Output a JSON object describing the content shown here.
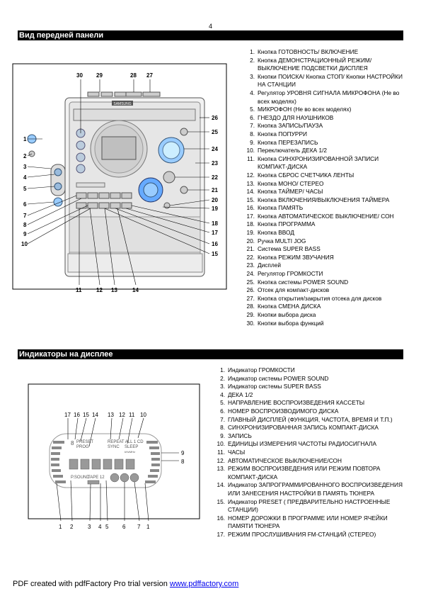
{
  "page_number": "4",
  "front_panel": {
    "title": "Вид передней панели",
    "brand": "SAMSUNG",
    "callouts": [
      "30",
      "29",
      "28",
      "27",
      "26",
      "25",
      "24",
      "23",
      "22",
      "21",
      "20",
      "19",
      "18",
      "17",
      "16",
      "15",
      "14",
      "13",
      "12",
      "11",
      "10",
      "9",
      "8",
      "7",
      "6",
      "5",
      "4",
      "3",
      "2",
      "1"
    ],
    "items": [
      {
        "n": "1.",
        "t": "Кнопка ГОТОВНОСТЬ/ ВКЛЮЧЕНИЕ"
      },
      {
        "n": "2.",
        "t": "Кнопка ДЕМОНСТРАЦИОННЫЙ РЕЖИМ/ ВЫКЛЮЧЕНИЕ ПОДСВЕТКИ ДИСПЛЕЯ"
      },
      {
        "n": "3.",
        "t": "Кнопки ПОИСКА/ Кнопка СТОП/ Кнопки НАСТРОЙКИ НА СТАНЦИИ"
      },
      {
        "n": "4.",
        "t": "Регулятор УРОВНЯ СИГНАЛА МИКРОФОНА (Не во всех моделях)"
      },
      {
        "n": "5.",
        "t": "МИКРОФОН (Не во всех моделях)"
      },
      {
        "n": "6.",
        "t": "ГНЕЗДО ДЛЯ НАУШНИКОВ"
      },
      {
        "n": "7.",
        "t": "Кнопка ЗАПИСЬ/ПАУЗА"
      },
      {
        "n": "8.",
        "t": "Кнопка ПОПУРРИ"
      },
      {
        "n": "9.",
        "t": "Кнопка ПЕРЕЗАПИСЬ"
      },
      {
        "n": "10.",
        "t": "Переключатель ДЕКА 1/2"
      },
      {
        "n": "11.",
        "t": "Кнопка СИНХРОНИЗИРОВАННОЙ ЗАПИСИ КОМПАКТ-ДИСКА"
      },
      {
        "n": "12.",
        "t": "Кнопка СБРОС СЧЕТЧИКА ЛЕНТЫ"
      },
      {
        "n": "13.",
        "t": "Кнопка МОНО/ СТЕРЕО"
      },
      {
        "n": "14.",
        "t": "Кнопка ТАЙМЕР/ ЧАСЫ"
      },
      {
        "n": "15.",
        "t": "Кнопка ВКЛЮЧЕНИЯ/ВЫКЛЮЧЕНИЯ ТАЙМЕРА"
      },
      {
        "n": "16.",
        "t": "Кнопка ПАМЯТЬ"
      },
      {
        "n": "17.",
        "t": "Кнопка АВТОМАТИЧЕСКОЕ ВЫКЛЮЧЕНИЕ/ СОН"
      },
      {
        "n": "18.",
        "t": "Кнопка ПРОГРАММА"
      },
      {
        "n": "19.",
        "t": "Кнопка ВВОД"
      },
      {
        "n": "20.",
        "t": "Ручка MULTI JOG"
      },
      {
        "n": "21.",
        "t": "Система SUPER BASS"
      },
      {
        "n": "22.",
        "t": "Кнопка РЕЖИМ ЗВУЧАНИЯ"
      },
      {
        "n": "23.",
        "t": "Дисплей"
      },
      {
        "n": "24.",
        "t": "Регулятор ГРОМКОСТИ"
      },
      {
        "n": "25.",
        "t": "Кнопка системы POWER SOUND"
      },
      {
        "n": "26.",
        "t": "Отсек для компакт-дисков"
      },
      {
        "n": "27.",
        "t": "Кнопка открытия/закрытия отсека для дисков"
      },
      {
        "n": "28.",
        "t": "Кнопка СМЕНА ДИСКА"
      },
      {
        "n": "29.",
        "t": "Кнопки выбора диска"
      },
      {
        "n": "30.",
        "t": "Кнопки выбора функций"
      }
    ]
  },
  "display_section": {
    "title": "Индикаторы на дисплее",
    "lcd_labels": {
      "preset": "PRESET",
      "program": "PROG",
      "repeat": "REPEAT ALL 1 CD",
      "sync": "SYNC",
      "sleep": "SLEEP",
      "khz": "kHzMHz",
      "psound": "P.SOUND",
      "tape": "TAPE 12"
    },
    "items": [
      {
        "n": "1.",
        "t": "Индикатор ГРОМКОСТИ"
      },
      {
        "n": "2.",
        "t": "Индикатор системы POWER SOUND"
      },
      {
        "n": "3.",
        "t": "Индикатор системы SUPER BASS"
      },
      {
        "n": "4.",
        "t": "ДЕКА 1/2"
      },
      {
        "n": "5.",
        "t": "НАПРАВЛЕНИЕ ВОСПРОИЗВЕДЕНИЯ КАССЕТЫ"
      },
      {
        "n": "6.",
        "t": "НОМЕР ВОСПРОИЗВОДИМОГО ДИСКА"
      },
      {
        "n": "7.",
        "t": "ГЛАВНЫЙ ДИСПЛЕЙ (ФУНКЦИЯ, ЧАСТОТА, ВРЕМЯ И Т.П.)"
      },
      {
        "n": "8.",
        "t": "СИНХРОНИЗИРОВАННАЯ ЗАПИСЬ КОМПАКТ-ДИСКА"
      },
      {
        "n": "9.",
        "t": "ЗАПИСЬ"
      },
      {
        "n": "10.",
        "t": "ЕДИНИЦЫ ИЗМЕРЕНИЯ ЧАСТОТЫ РАДИОСИГНАЛА"
      },
      {
        "n": "11.",
        "t": "ЧАСЫ"
      },
      {
        "n": "12.",
        "t": "АВТОМАТИЧЕСКОЕ ВЫКЛЮЧЕНИЕ/СОН"
      },
      {
        "n": "13.",
        "t": "РЕЖИМ ВОСПРОИЗВЕДЕНИЯ ИЛИ РЕЖИМ ПОВТОРА КОМПАКТ-ДИСКА"
      },
      {
        "n": "14.",
        "t": "Индикатор ЗАПРОГРАММИРОВАННОГО ВОСПРОИЗВЕДЕНИЯ ИЛИ ЗАНЕСЕНИЯ НАСТРОЙКИ В ПАМЯТЬ ТЮНЕРА"
      },
      {
        "n": "15.",
        "t": "Индикатор PRESET ( ПРЕДВАРИТЕЛЬНО НАСТРОЕННЫЕ СТАНЦИИ)"
      },
      {
        "n": "16.",
        "t": "НОМЕР ДОРОЖКИ В ПРОГРАММЕ ИЛИ НОМЕР ЯЧЕЙКИ ПАМЯТИ ТЮНЕРА"
      },
      {
        "n": "17.",
        "t": "РЕЖИМ ПРОСЛУШИВАНИЯ FM-СТАНЦИЙ (СТЕРЕО)"
      }
    ]
  },
  "footer": {
    "text": "PDF created with pdfFactory Pro trial version ",
    "link": "www.pdffactory.com"
  }
}
